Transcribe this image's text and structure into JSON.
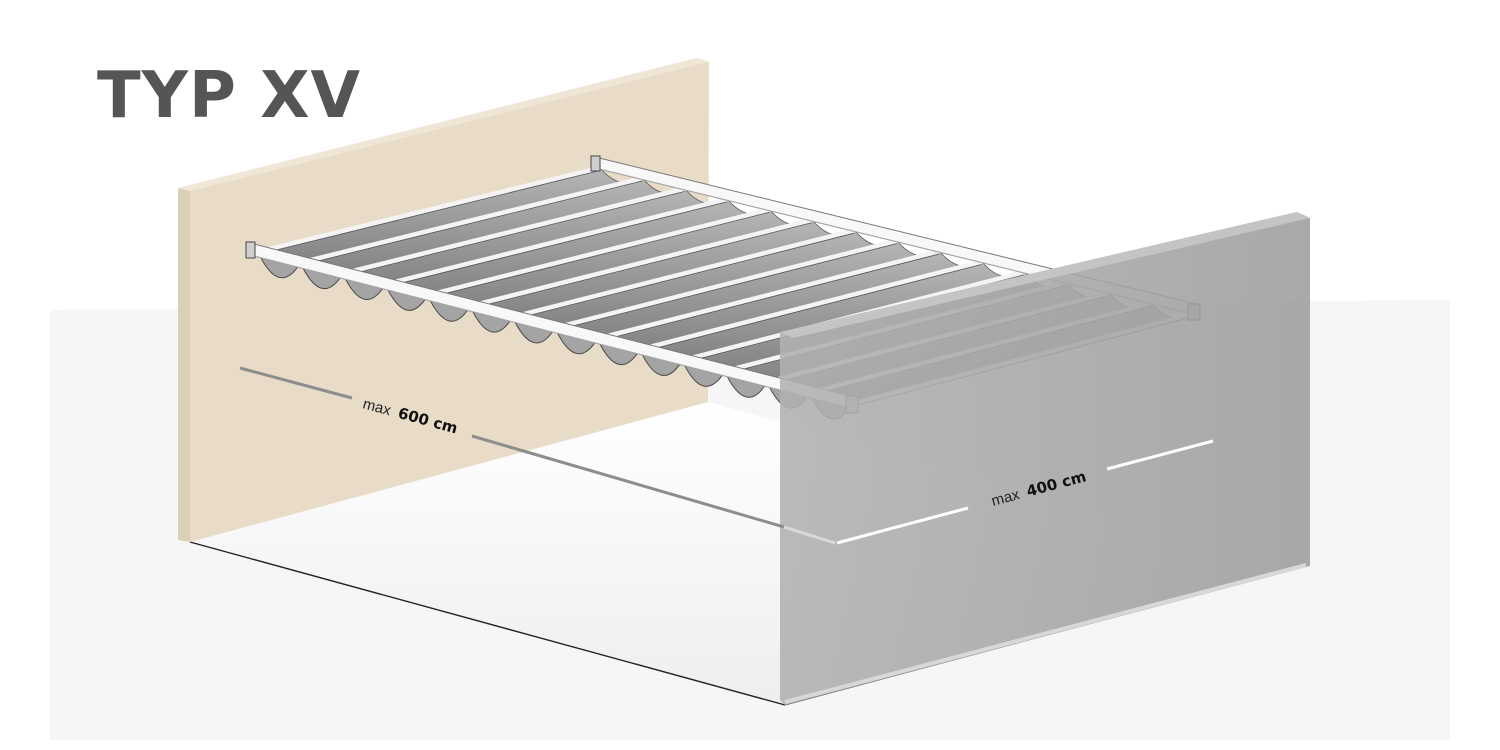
{
  "title": "TYP XV",
  "dimensions": {
    "length": {
      "prefix": "max",
      "value": "600 cm"
    },
    "width": {
      "prefix": "max",
      "value": "400 cm"
    }
  },
  "colors": {
    "title": "#555555",
    "left_wall": "#e8dcc8",
    "right_wall": "#a7a7a7",
    "floor": "#f2f2f2",
    "frame": "#f7f7f7",
    "fabric": "#8f8f8f"
  },
  "canopy": {
    "slat_count": 14
  }
}
